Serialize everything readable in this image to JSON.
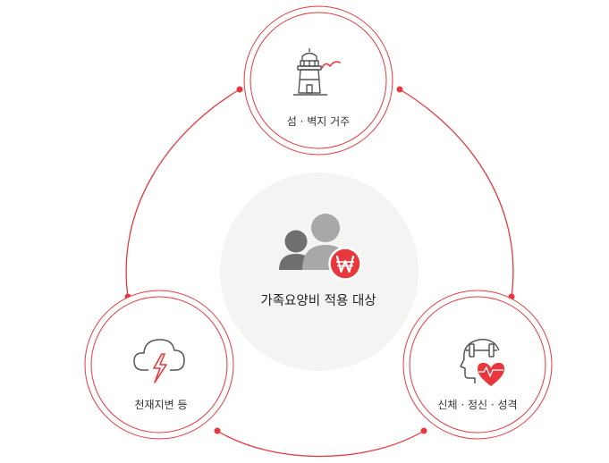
{
  "diagram": {
    "center": {
      "title": "가족요양비 적용 대상"
    },
    "nodes": [
      {
        "id": "island",
        "label": "섬 · 벽지 거주",
        "icon": "lighthouse-icon"
      },
      {
        "id": "disaster",
        "label": "천재지변 등",
        "icon": "storm-cloud-icon"
      },
      {
        "id": "condition",
        "label": "신체 · 정신 · 성격",
        "icon": "head-heart-dumbbell-icon"
      }
    ]
  },
  "colors": {
    "accent": "#e8383d",
    "ring": "#e8383d",
    "center_bg": "#f4f4f2",
    "icon_gray": "#555555",
    "person_dark": "#6f6f6f",
    "person_light": "#a8a8a8"
  }
}
